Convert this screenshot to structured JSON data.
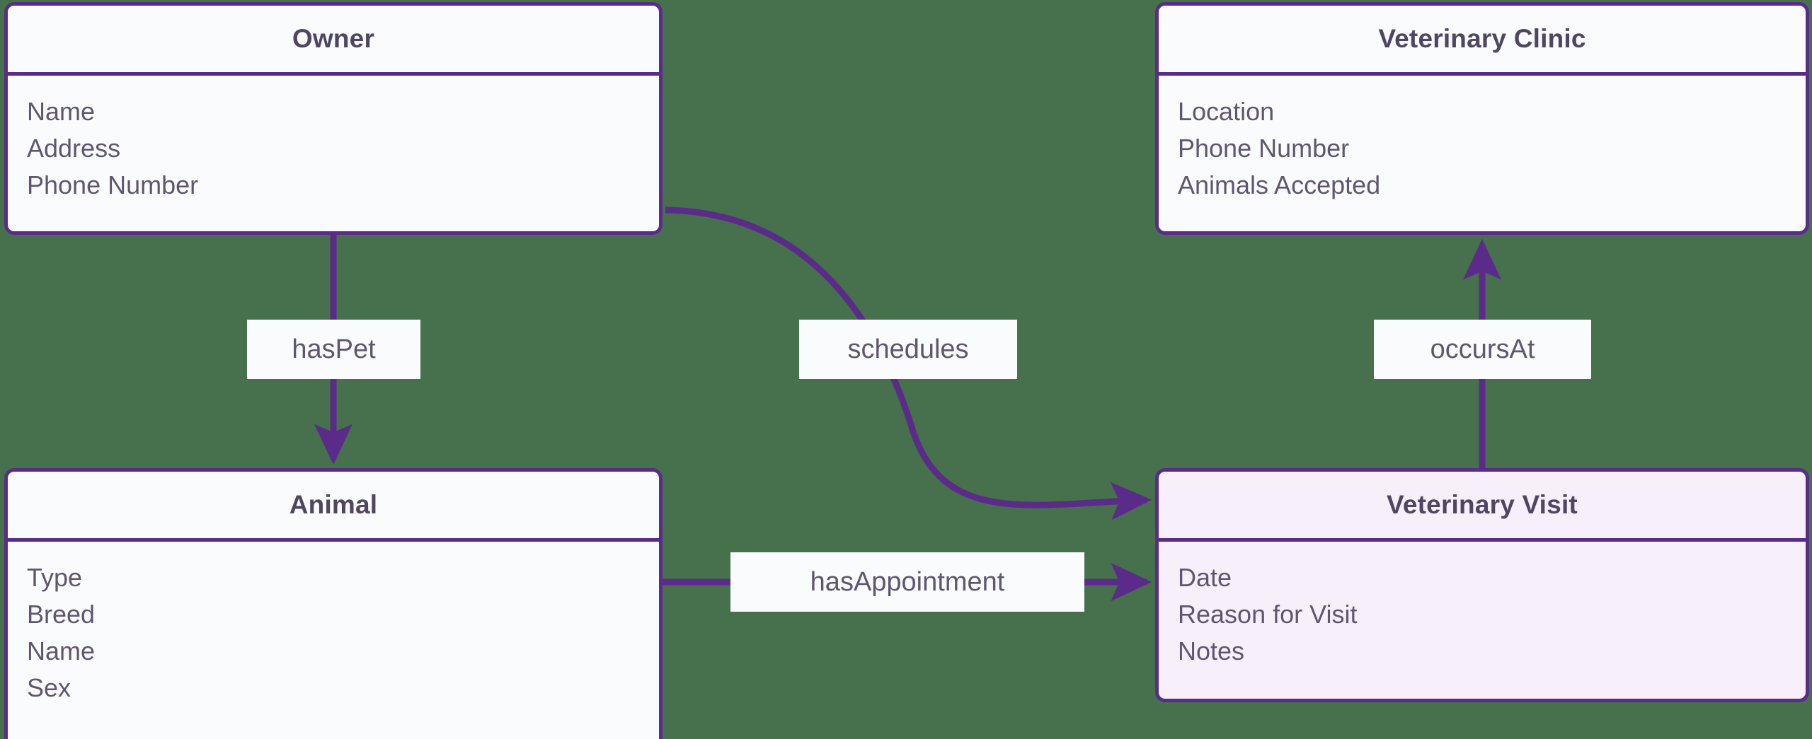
{
  "diagram": {
    "type": "entity-relationship-diagram",
    "background_color": "#47704d",
    "accent_color": "#5b2b8a",
    "title_color": "#4f4661",
    "attribute_color": "#5f5670",
    "box_fill": "#fafbfd",
    "box_fill_tinted": "#f7f0fb"
  },
  "entities": [
    {
      "id": "owner",
      "title": "Owner",
      "fill": "#fafbfd",
      "attributes": [
        "Name",
        "Address",
        "Phone Number"
      ]
    },
    {
      "id": "veterinary-clinic",
      "title": "Veterinary Clinic",
      "fill": "#fafbfd",
      "attributes": [
        "Location",
        "Phone Number",
        "Animals Accepted"
      ]
    },
    {
      "id": "animal",
      "title": "Animal",
      "fill": "#fafbfd",
      "attributes": [
        "Type",
        "Breed",
        "Name",
        "Sex"
      ]
    },
    {
      "id": "veterinary-visit",
      "title": "Veterinary Visit",
      "fill": "#f7f0fb",
      "attributes": [
        "Date",
        "Reason for Visit",
        "Notes"
      ]
    }
  ],
  "relationships": [
    {
      "id": "has-pet",
      "label": "hasPet",
      "from": "Owner",
      "to": "Animal",
      "direction": "down"
    },
    {
      "id": "schedules",
      "label": "schedules",
      "from": "Owner",
      "to": "Veterinary Visit",
      "direction": "curve"
    },
    {
      "id": "occurs-at",
      "label": "occursAt",
      "from": "Veterinary Visit",
      "to": "Veterinary Clinic",
      "direction": "up"
    },
    {
      "id": "has-appointment",
      "label": "hasAppointment",
      "from": "Animal",
      "to": "Veterinary Visit",
      "direction": "right"
    }
  ]
}
